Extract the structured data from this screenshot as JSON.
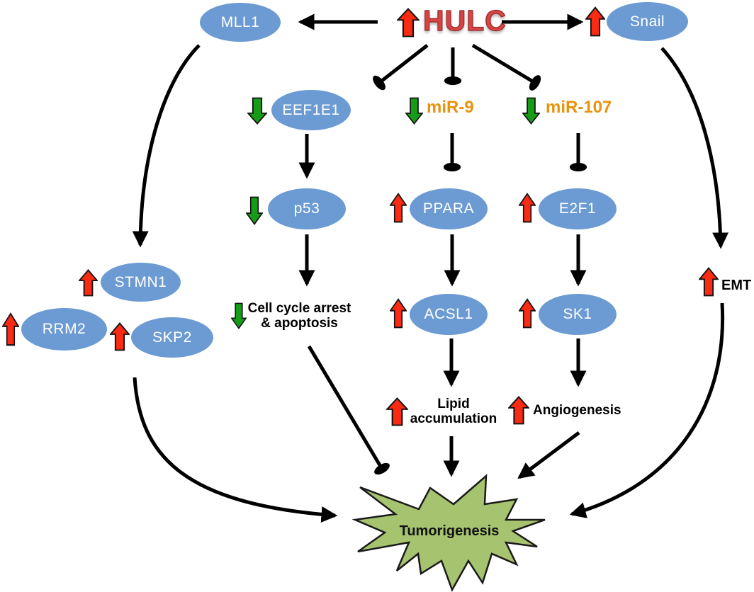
{
  "figure": {
    "type": "signaling-pathway-diagram",
    "hub": "HULC"
  },
  "nodes": {
    "hulc": "HULC",
    "mll1": "MLL1",
    "snail": "Snail",
    "eef1e1": "EEF1E1",
    "p53": "p53",
    "ppara": "PPARA",
    "e2f1": "E2F1",
    "acsl1": "ACSL1",
    "sk1": "SK1",
    "stmn1": "STMN1",
    "rrm2": "RRM2",
    "skp2": "SKP2",
    "mir9": "miR-9",
    "mir107": "miR-107"
  },
  "processes": {
    "cell_cycle_line1": "Cell cycle arrest",
    "cell_cycle_line2": "& apoptosis",
    "lipid_line1": "Lipid",
    "lipid_line2": "accumulation",
    "angiogenesis": "Angiogenesis",
    "emt": "EMT",
    "tumorigenesis": "Tumorigenesis"
  },
  "indicators": {
    "up": [
      "HULC",
      "Snail",
      "STMN1",
      "RRM2",
      "SKP2",
      "PPARA",
      "E2F1",
      "ACSL1",
      "SK1",
      "Lipid accumulation",
      "Angiogenesis",
      "EMT"
    ],
    "down": [
      "EEF1E1",
      "miR-9",
      "miR-107",
      "p53",
      "Cell cycle arrest & apoptosis"
    ]
  },
  "edges": [
    {
      "from": "HULC",
      "to": "MLL1",
      "type": "activation"
    },
    {
      "from": "HULC",
      "to": "Snail",
      "type": "activation"
    },
    {
      "from": "HULC",
      "to": "EEF1E1",
      "type": "inhibition"
    },
    {
      "from": "HULC",
      "to": "miR-9",
      "type": "inhibition"
    },
    {
      "from": "HULC",
      "to": "miR-107",
      "type": "inhibition"
    },
    {
      "from": "EEF1E1",
      "to": "p53",
      "type": "activation"
    },
    {
      "from": "miR-9",
      "to": "PPARA",
      "type": "inhibition"
    },
    {
      "from": "miR-107",
      "to": "E2F1",
      "type": "inhibition"
    },
    {
      "from": "p53",
      "to": "Cell cycle arrest & apoptosis",
      "type": "activation"
    },
    {
      "from": "PPARA",
      "to": "ACSL1",
      "type": "activation"
    },
    {
      "from": "E2F1",
      "to": "SK1",
      "type": "activation"
    },
    {
      "from": "ACSL1",
      "to": "Lipid accumulation",
      "type": "activation"
    },
    {
      "from": "SK1",
      "to": "Angiogenesis",
      "type": "activation"
    },
    {
      "from": "MLL1",
      "to": "STMN1/RRM2/SKP2",
      "type": "activation"
    },
    {
      "from": "Snail",
      "to": "EMT",
      "type": "activation"
    },
    {
      "from": "STMN1/RRM2/SKP2",
      "to": "Tumorigenesis",
      "type": "activation"
    },
    {
      "from": "Cell cycle arrest & apoptosis",
      "to": "Tumorigenesis",
      "type": "inhibition"
    },
    {
      "from": "Lipid accumulation",
      "to": "Tumorigenesis",
      "type": "activation"
    },
    {
      "from": "Angiogenesis",
      "to": "Tumorigenesis",
      "type": "activation"
    },
    {
      "from": "EMT",
      "to": "Tumorigenesis",
      "type": "activation"
    }
  ],
  "colors": {
    "node_fill": "#6b9bd2",
    "up_arrow": "#fb2a12",
    "down_arrow": "#179c17",
    "mirna_text": "#e8920e",
    "hulc_text": "#d64545",
    "burst_fill": "#a6c36f",
    "edge": "#000000"
  }
}
